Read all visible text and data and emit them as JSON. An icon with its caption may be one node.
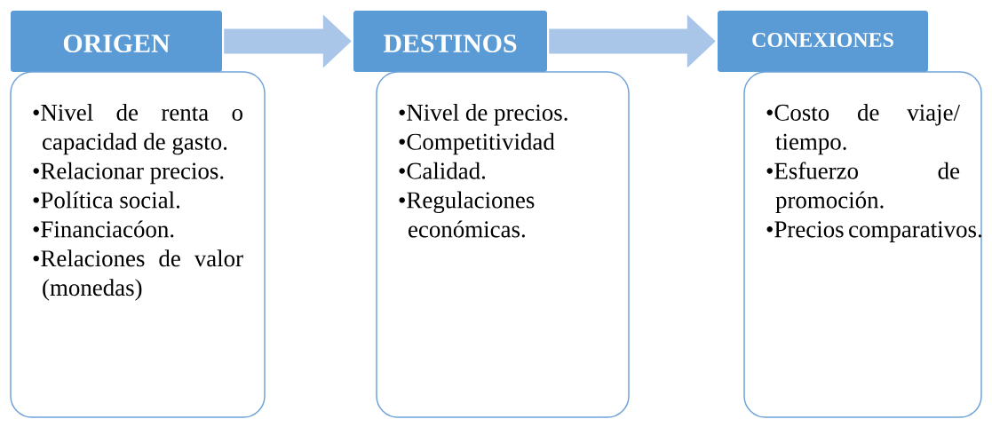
{
  "diagram": {
    "nodes": [
      {
        "text": [
          "ORIGEN"
        ]
      },
      {
        "text": [
          "•Nivel de renta o capacidad de gasto.",
          "•Relacionar precios.",
          "•Política social.",
          "•Financiacóon.",
          "•Relaciones de valor (monedas)"
        ]
      },
      {
        "text": [
          "DESTINOS"
        ]
      },
      {
        "text": [
          "•Nivel de precios.",
          "•Competitividad",
          "•Calidad.",
          "•Regulaciones económicas."
        ]
      },
      {
        "text": [
          "CONEXIONES"
        ]
      },
      {
        "text": [
          "•Costo de viaje/ tiempo.",
          "•Esfuerzo de promoción.",
          "•Precios comparativos."
        ]
      }
    ],
    "edges": [
      {
        "from": 0,
        "to": 2,
        "arrow": "to"
      },
      {
        "from": 2,
        "to": 4,
        "arrow": "to"
      }
    ]
  }
}
